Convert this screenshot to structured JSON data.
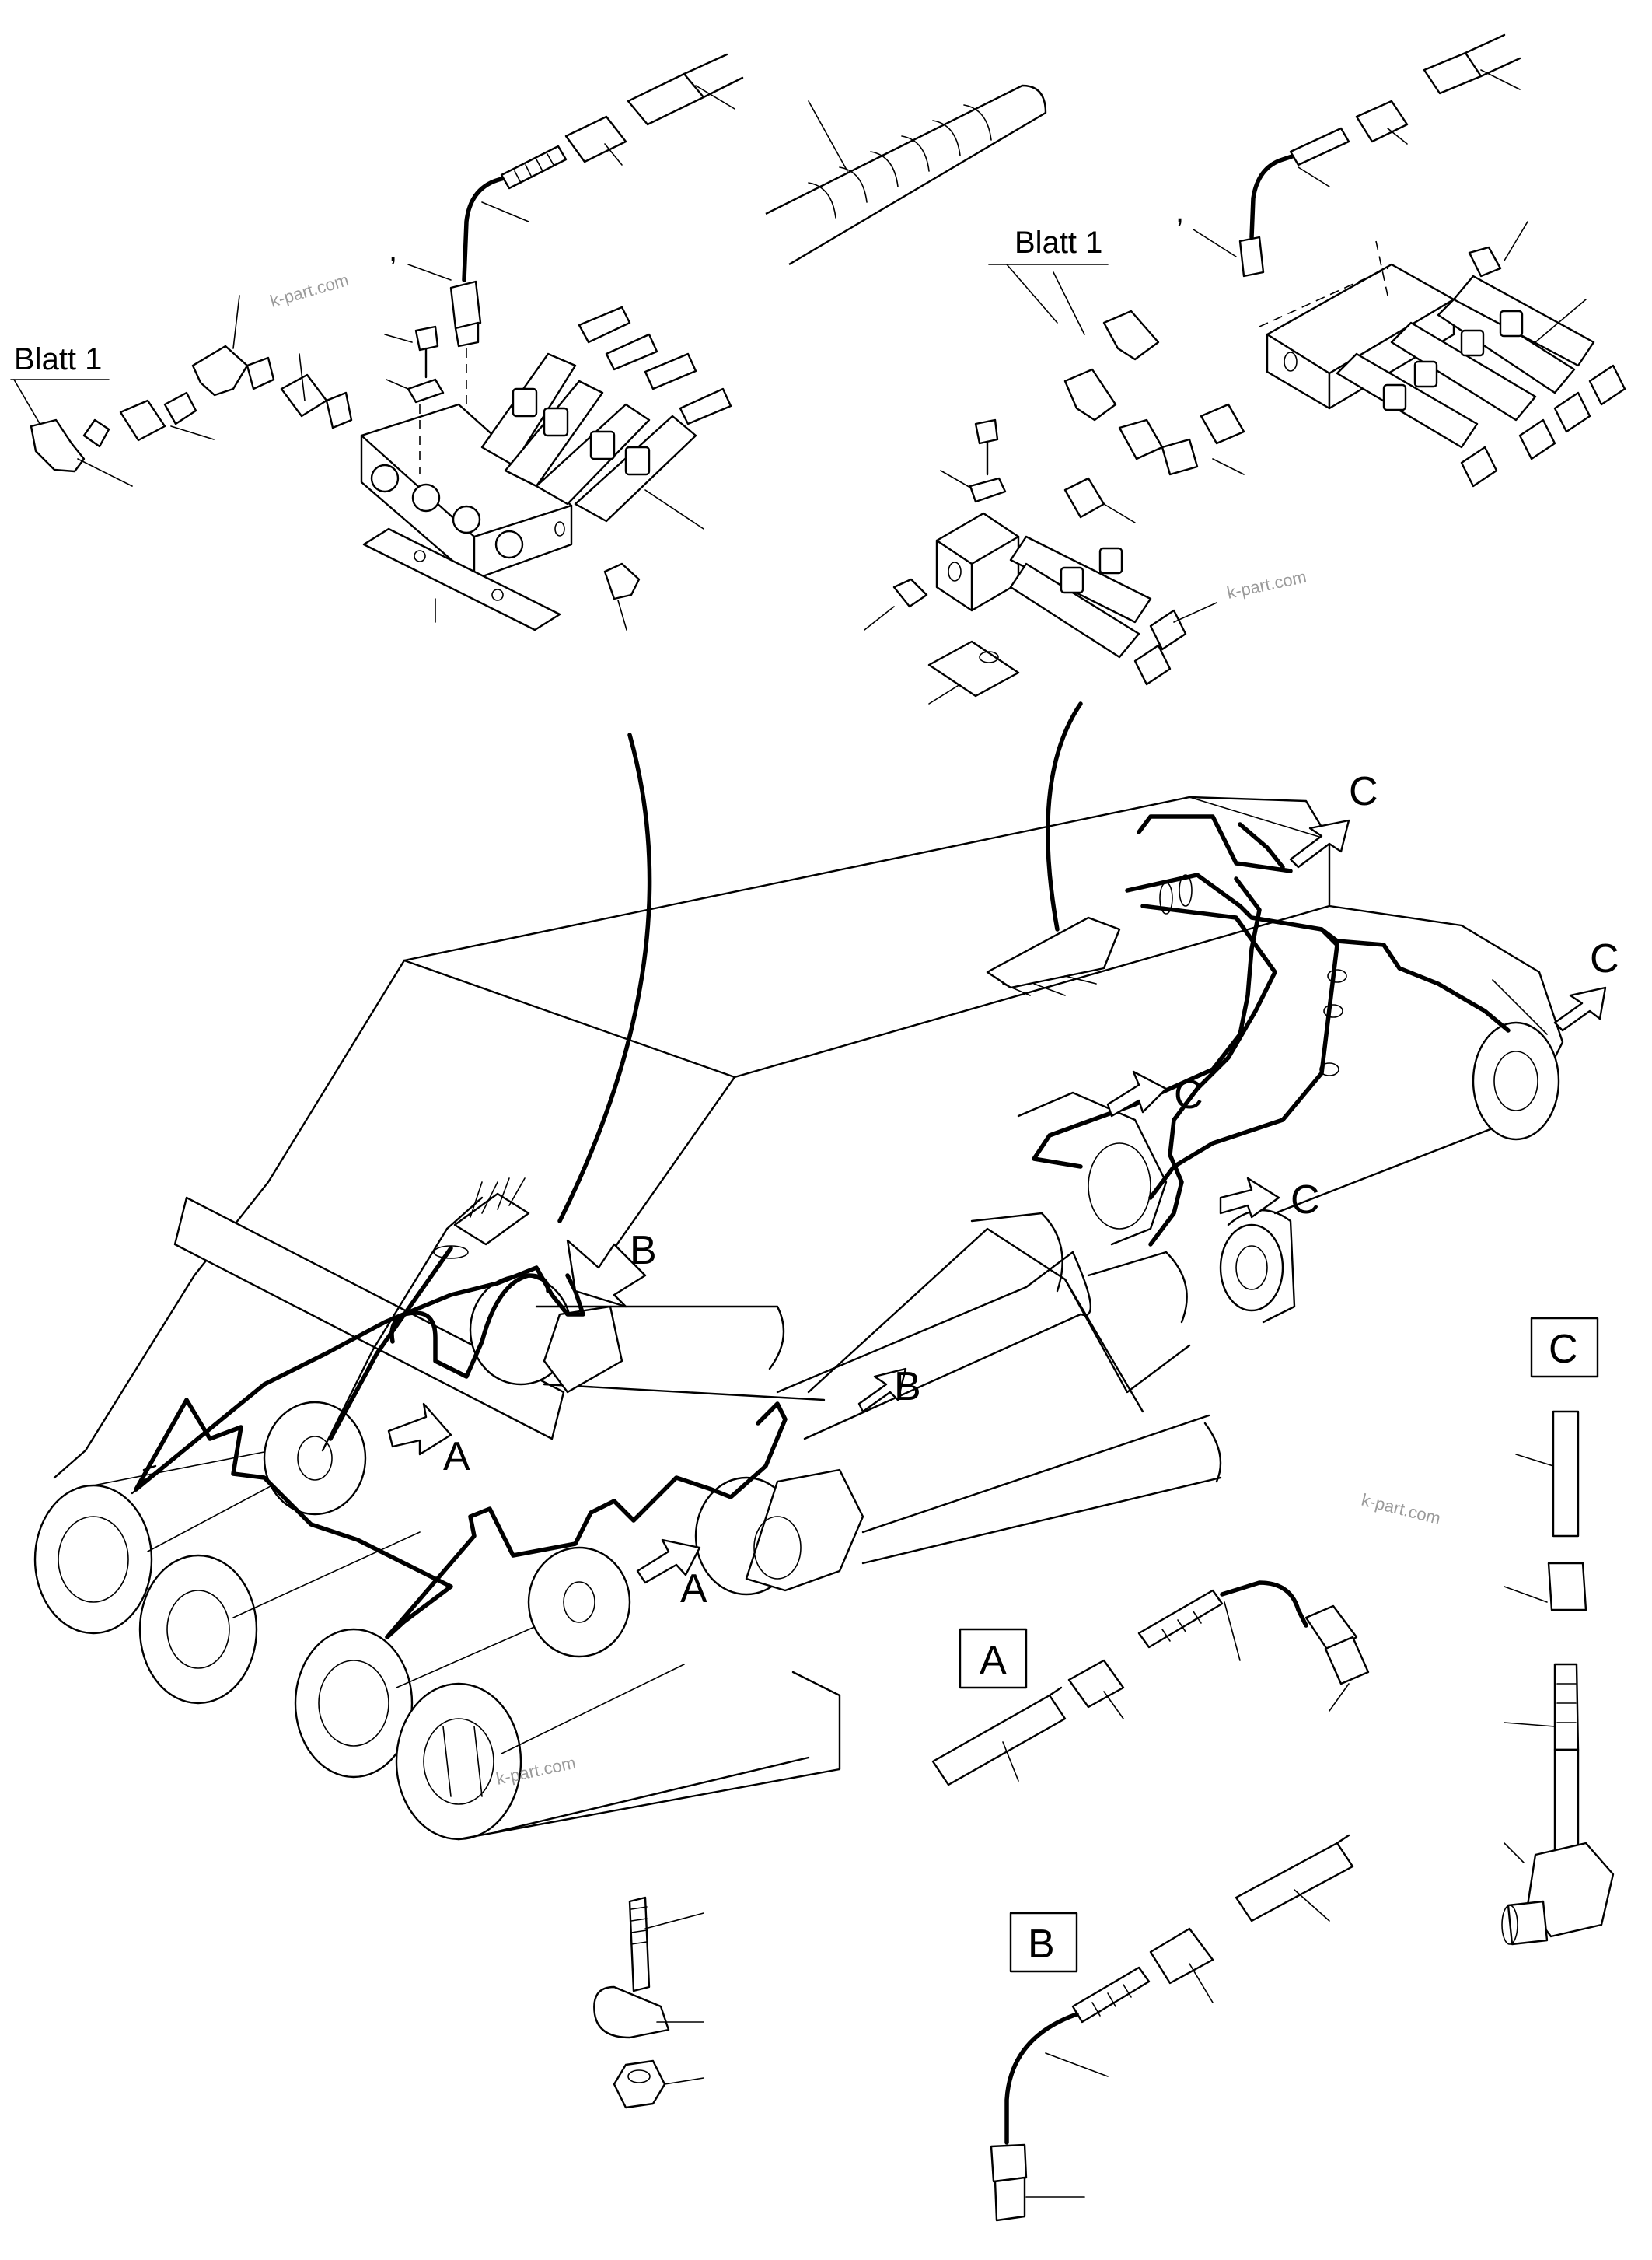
{
  "diagram": {
    "references": {
      "blatt_left": "Blatt 1",
      "blatt_right": "Blatt 1",
      "comma_left": ",",
      "comma_right": ","
    },
    "callouts": {
      "a1": "A",
      "a2": "A",
      "b1": "B",
      "b2": "B",
      "c1": "C",
      "c2": "C",
      "c3": "C",
      "c4": "C"
    },
    "detail_boxes": {
      "a": "A",
      "b": "B",
      "c": "C"
    },
    "watermarks": [
      "k-part.com",
      "k-part.com",
      "k-part.com",
      "k-part.com"
    ]
  }
}
